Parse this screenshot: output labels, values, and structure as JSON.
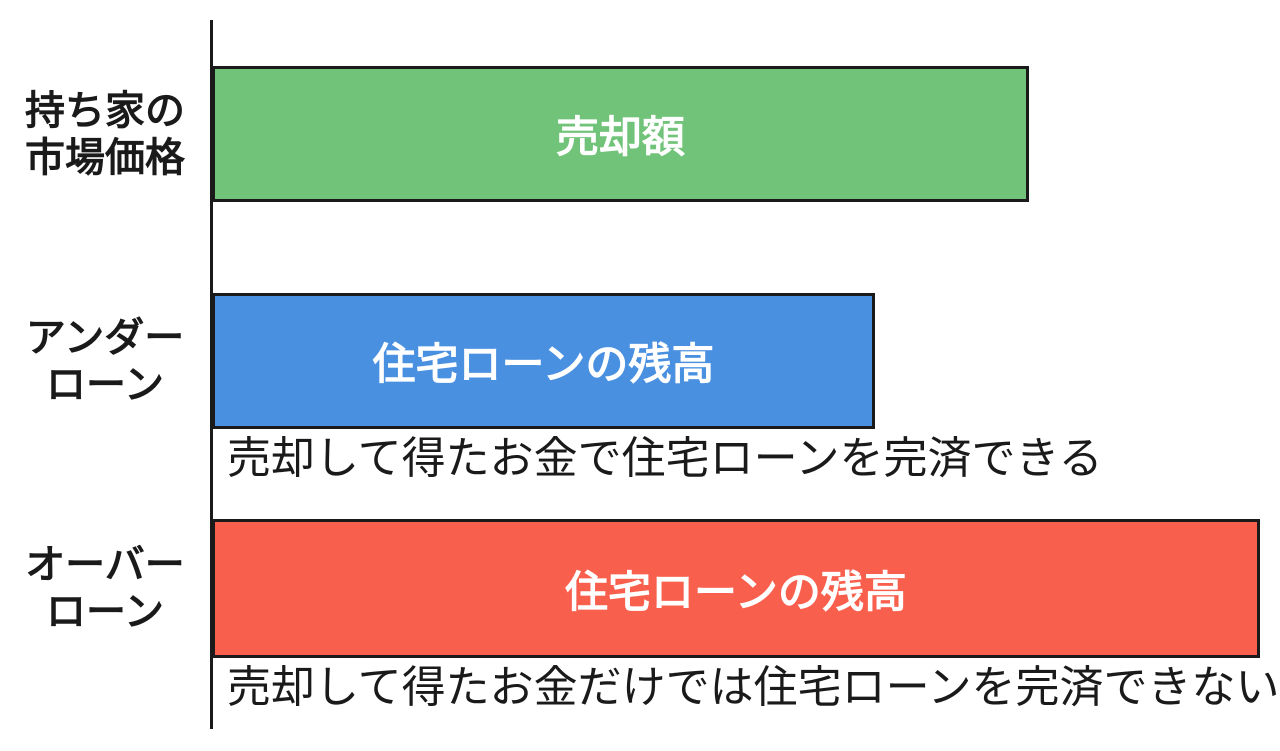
{
  "chart_data": {
    "type": "bar",
    "orientation": "horizontal",
    "title": "",
    "xlabel": "",
    "ylabel": "",
    "axis_numeric_scale": false,
    "legend": "none",
    "grid": false,
    "axis_color": "#1a1a1a",
    "bar_border_color": "#1a1a1a",
    "bar_text_color": "#ffffff",
    "label_text_color": "#1a1a1a",
    "rows": [
      {
        "category": "持ち家の市場価格",
        "category_lines": [
          "持ち家の",
          "市場価格"
        ],
        "bar_label": "売却額",
        "color": "#70c378",
        "relative_length": 0.78,
        "annotation": ""
      },
      {
        "category": "アンダーローン",
        "category_lines": [
          "アンダー",
          "ローン"
        ],
        "bar_label": "住宅ローンの残高",
        "color": "#4a90e0",
        "relative_length": 0.633,
        "annotation": "売却して得たお金で住宅ローンを完済できる"
      },
      {
        "category": "オーバーローン",
        "category_lines": [
          "オーバー",
          "ローン"
        ],
        "bar_label": "住宅ローンの残高",
        "color": "#f95f4d",
        "relative_length": 1.0,
        "annotation": "売却して得たお金だけでは住宅ローンを完済できない"
      }
    ]
  }
}
